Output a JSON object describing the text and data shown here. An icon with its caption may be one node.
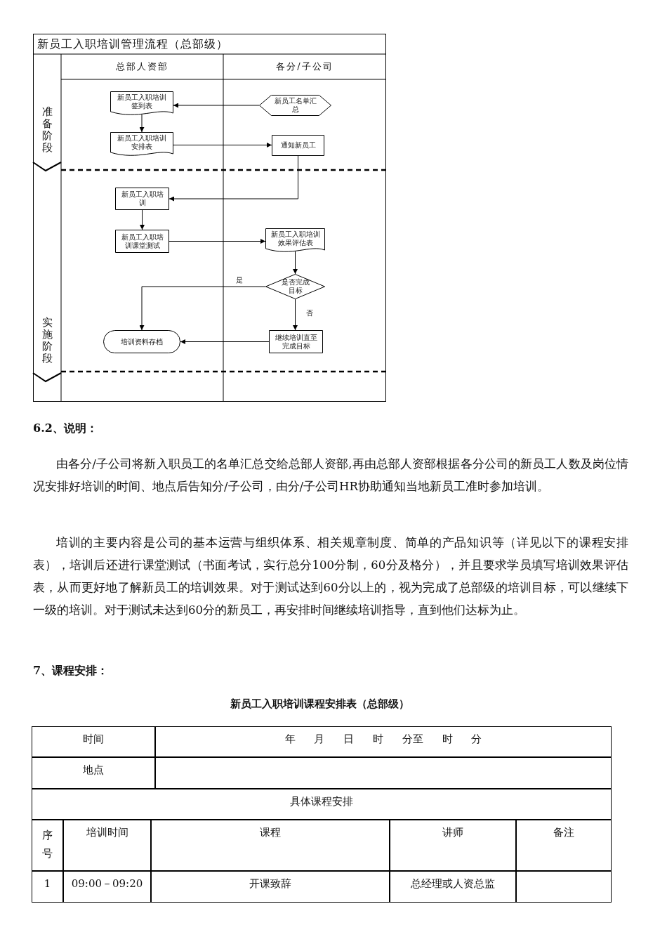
{
  "diagram": {
    "nodes": [
      {
        "text": [
          "新员工入职培训管理流程（总部级）"
        ]
      },
      {
        "text": [
          "总部人资部"
        ],
        "in": 0
      },
      {
        "text": [
          "各分/子公司"
        ],
        "in": 0
      },
      {
        "text": [
          "准备阶段"
        ],
        "in": 0
      },
      {
        "text": [
          "实施阶段"
        ],
        "in": 0
      },
      {
        "text": [
          "新员工入职培训签到表"
        ],
        "in": 0
      },
      {
        "text": [
          "新员工入职培训安排表"
        ],
        "in": 0
      },
      {
        "text": [
          "新员工名单汇总"
        ],
        "in": 0
      },
      {
        "text": [
          "通知新员工"
        ],
        "in": 0
      },
      {
        "text": [
          "新员工入职培训"
        ],
        "in": 0
      },
      {
        "text": [
          "新员工入职培训课堂测试"
        ],
        "in": 0
      },
      {
        "text": [
          "新员工入职培训效果评估表"
        ],
        "in": 0
      },
      {
        "text": [
          "是否完成目标"
        ],
        "in": 0
      },
      {
        "text": [
          "培训资料存档"
        ],
        "in": 0
      },
      {
        "text": [
          "继续培训直至完成目标"
        ],
        "in": 0
      }
    ],
    "edges": [
      {
        "from": 7,
        "to": 5,
        "arrow": "to"
      },
      {
        "from": 5,
        "to": 6,
        "arrow": "to"
      },
      {
        "from": 6,
        "to": 8,
        "arrow": "to"
      },
      {
        "from": 8,
        "to": 9,
        "arrow": "to"
      },
      {
        "from": 9,
        "to": 10,
        "arrow": "to"
      },
      {
        "from": 10,
        "to": 11,
        "arrow": "to"
      },
      {
        "from": 11,
        "to": 12,
        "arrow": "to"
      },
      {
        "from": 12,
        "to": 13,
        "arrow": "to",
        "label": "是"
      },
      {
        "from": 12,
        "to": 14,
        "arrow": "to",
        "label": "否"
      },
      {
        "from": 14,
        "to": 13,
        "arrow": "to"
      }
    ],
    "labels": [
      "6.2、说明：",
      "由各分/子公司将新入职员工的名单汇总交给总部人资部,再由总部人资部根据各分公司的新员工人数及岗位情况安排好培训的时间、地点后告知分/子公司，由分/子公司HR协助通知当地新员工准时参加培训。",
      "培训的主要内容是公司的基本运营与组织体系、相关规章制度、简单的产品知识等（详见以下的课程安排表），培训后还进行课堂测试（书面考试，实行总分100分制，60分及格分），并且要求学员填写培训效果评估表，从而更好地了解新员工的培训效果。对于测试达到60分以上的，视为完成了总部级的培训目标，可以继续下一级的培训。对于测试未达到60分的新员工，再安排时间继续培训指导，直到他们达标为止。",
      "7、课程安排：",
      "新员工入职培训课程安排表（总部级）",
      "时间",
      "年 月 日 时 分至 时 分",
      "地点",
      "具体课程安排",
      "序号",
      "培训时间",
      "课程",
      "讲师",
      "备注",
      "1",
      "09:00－09:20",
      "开课致辞",
      "总经理或人资总监"
    ]
  }
}
